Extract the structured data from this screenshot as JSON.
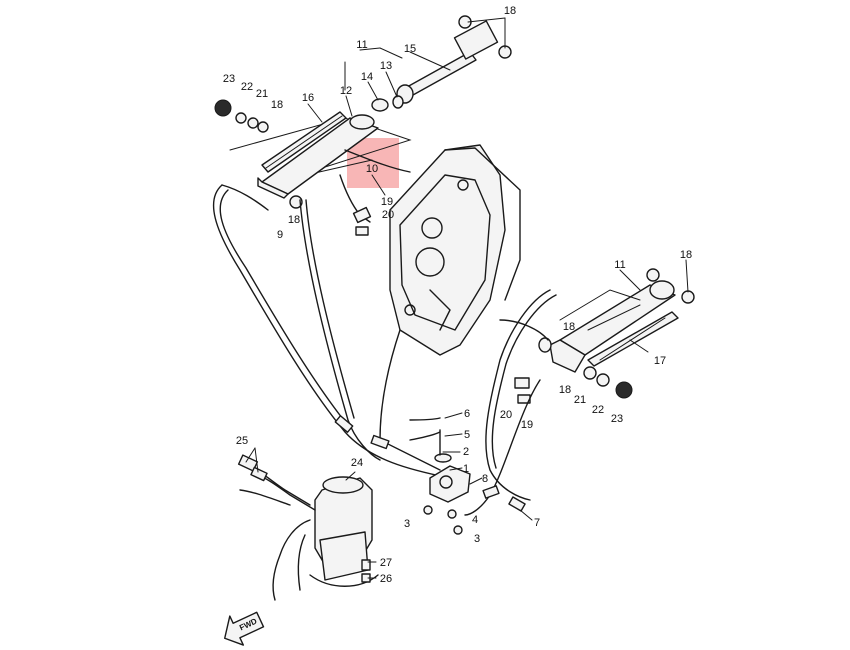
{
  "diagram": {
    "highlight_color": "#f7a9a9",
    "fwd_label": "FWD",
    "callouts": [
      {
        "id": "c18a",
        "text": "18"
      },
      {
        "id": "c11a",
        "text": "11"
      },
      {
        "id": "c15",
        "text": "15"
      },
      {
        "id": "c14",
        "text": "14"
      },
      {
        "id": "c13",
        "text": "13"
      },
      {
        "id": "c23a",
        "text": "23"
      },
      {
        "id": "c22a",
        "text": "22"
      },
      {
        "id": "c21a",
        "text": "21"
      },
      {
        "id": "c18b",
        "text": "18"
      },
      {
        "id": "c16",
        "text": "16"
      },
      {
        "id": "c12",
        "text": "12"
      },
      {
        "id": "c10",
        "text": "10"
      },
      {
        "id": "c19a",
        "text": "19"
      },
      {
        "id": "c20a",
        "text": "20"
      },
      {
        "id": "c18c",
        "text": "18"
      },
      {
        "id": "c9",
        "text": "9"
      },
      {
        "id": "c11b",
        "text": "11"
      },
      {
        "id": "c18d",
        "text": "18"
      },
      {
        "id": "c18e",
        "text": "18"
      },
      {
        "id": "c17",
        "text": "17"
      },
      {
        "id": "c18f",
        "text": "18"
      },
      {
        "id": "c21b",
        "text": "21"
      },
      {
        "id": "c22b",
        "text": "22"
      },
      {
        "id": "c23b",
        "text": "23"
      },
      {
        "id": "c20b",
        "text": "20"
      },
      {
        "id": "c19b",
        "text": "19"
      },
      {
        "id": "c6",
        "text": "6"
      },
      {
        "id": "c5",
        "text": "5"
      },
      {
        "id": "c2",
        "text": "2"
      },
      {
        "id": "c1",
        "text": "1"
      },
      {
        "id": "c8",
        "text": "8"
      },
      {
        "id": "c7",
        "text": "7"
      },
      {
        "id": "c4",
        "text": "4"
      },
      {
        "id": "c3a",
        "text": "3"
      },
      {
        "id": "c3b",
        "text": "3"
      },
      {
        "id": "c25",
        "text": "25"
      },
      {
        "id": "c24",
        "text": "24"
      },
      {
        "id": "c27",
        "text": "27"
      },
      {
        "id": "c26",
        "text": "26"
      }
    ]
  }
}
